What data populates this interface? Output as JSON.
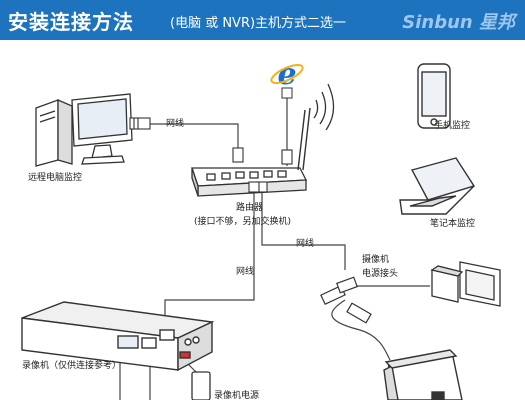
{
  "header": {
    "title": "安装连接方法",
    "subtitle": "(电脑 或 NVR)主机方式二选一",
    "brand": "Sinbun 星邦"
  },
  "labels": {
    "remote_pc": "远程电脑监控",
    "cable_pc": "网线",
    "router": "路由器",
    "router_note": "(接口不够，另加交换机)",
    "phone": "手机监控",
    "laptop": "笔记本监控",
    "cable_camera": "网线",
    "cable_nvr": "网线",
    "camera_power_line1": "摄像机",
    "camera_power_line2": "电源接头",
    "nvr": "录像机（仅供连接参考）",
    "nvr_power": "录像机电源"
  },
  "colors": {
    "header_bg": "#1e73be",
    "brand": "#9cc6ec",
    "ie_blue": "#1a6fd6"
  }
}
